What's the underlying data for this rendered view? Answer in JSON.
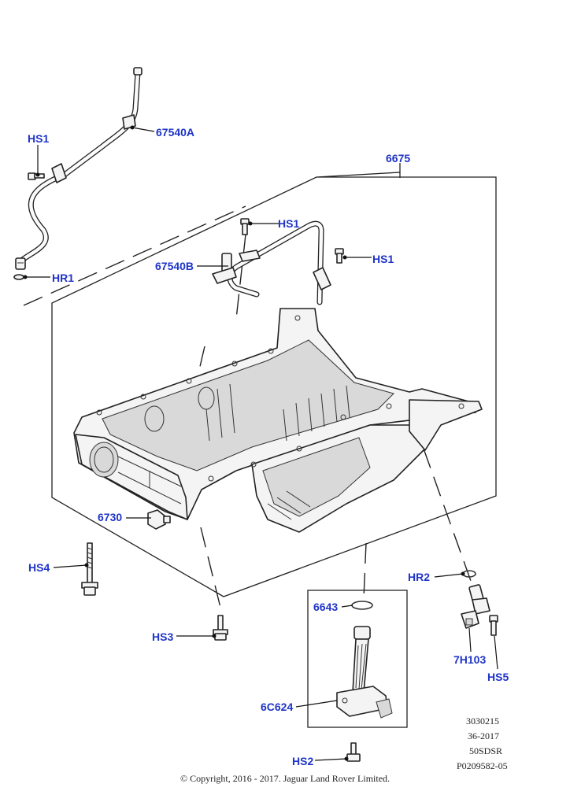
{
  "callouts": {
    "hs1_a": "HS1",
    "p67540a": "67540A",
    "p6675": "6675",
    "hs1_b": "HS1",
    "hs1_c": "HS1",
    "p67540b": "67540B",
    "hr1": "HR1",
    "p6730": "6730",
    "hs4": "HS4",
    "hr2": "HR2",
    "p6643": "6643",
    "hs3": "HS3",
    "p7h103": "7H103",
    "hs5": "HS5",
    "p6c624": "6C624",
    "hs2": "HS2"
  },
  "reference": {
    "line1": "3030215",
    "line2": "36-2017",
    "line3": "50SDSR",
    "line4": "P0209582-05"
  },
  "copyright": "© Copyright, 2016 - 2017. Jaguar Land Rover Limited.",
  "colors": {
    "callout": "#1f34c8",
    "line": "#222222"
  }
}
